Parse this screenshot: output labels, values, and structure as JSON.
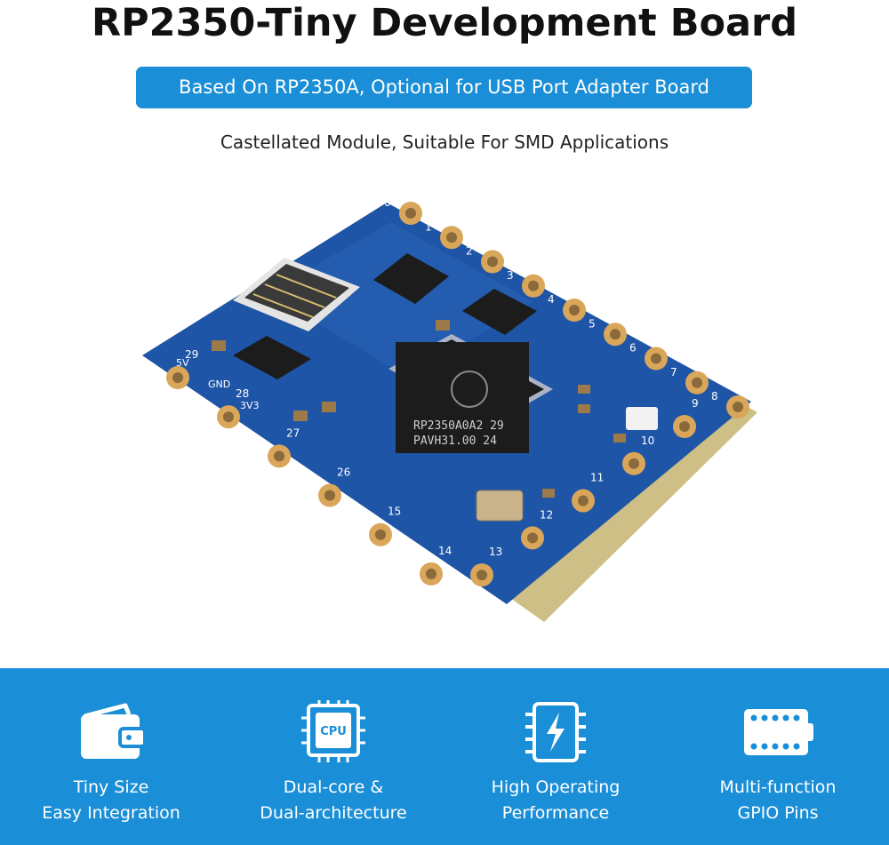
{
  "header": {
    "title": "RP2350-Tiny Development Board",
    "pill": "Based On RP2350A, Optional for USB Port Adapter Board",
    "subtitle": "Castellated Module, Suitable For SMD Applications"
  },
  "board": {
    "chip_line1": "RP2350A0A2  29",
    "chip_line2": "PAVH31.00   24",
    "top_pins": [
      "0",
      "1",
      "2",
      "3",
      "4",
      "5",
      "6",
      "7",
      "8"
    ],
    "bottom_pins": [
      "9",
      "10",
      "11",
      "12",
      "13",
      "14",
      "15",
      "26",
      "27",
      "28",
      "29"
    ],
    "left_pins": [
      "5V",
      "GND",
      "3V3"
    ],
    "colors": {
      "pcb": "#1f55a6",
      "pad": "#d9a65a",
      "chip": "#1c1c1c"
    }
  },
  "features": [
    {
      "icon": "wallet-icon",
      "line1": "Tiny Size",
      "line2": "Easy Integration"
    },
    {
      "icon": "cpu-icon",
      "line1": "Dual-core &",
      "line2": "Dual-architecture"
    },
    {
      "icon": "lightning-chip-icon",
      "line1": "High Operating",
      "line2": "Performance"
    },
    {
      "icon": "gpio-pins-icon",
      "line1": "Multi-function",
      "line2": "GPIO Pins"
    }
  ],
  "colors": {
    "accent": "#1a8ed6",
    "title": "#111111"
  }
}
